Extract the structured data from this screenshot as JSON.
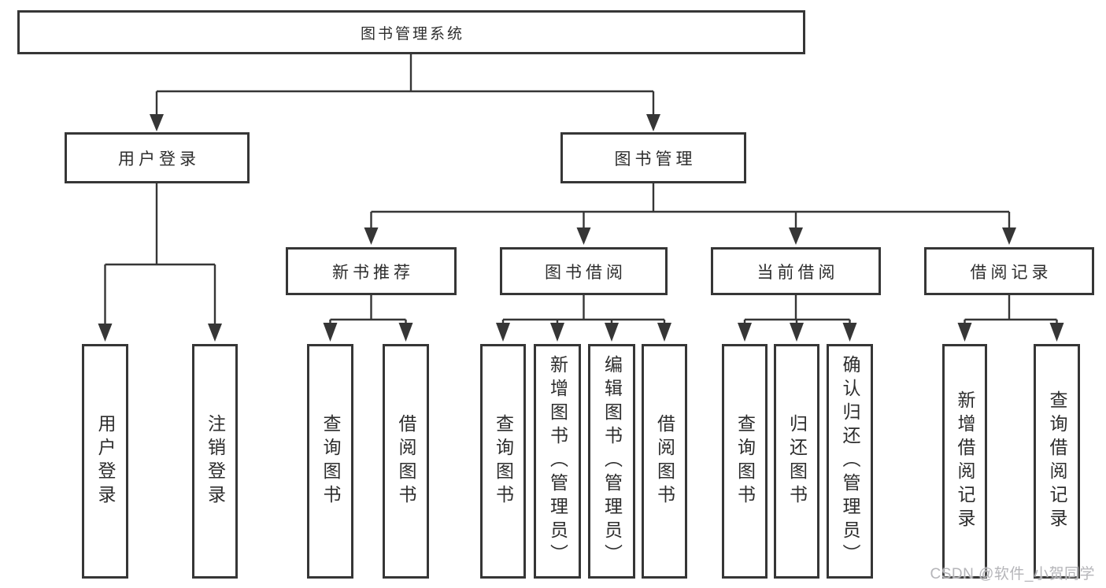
{
  "tree": {
    "root": {
      "label": "图书管理系统"
    },
    "branches": [
      {
        "label": "用户登录",
        "children": [
          {
            "label": "用户登录"
          },
          {
            "label": "注销登录"
          }
        ]
      },
      {
        "label": "图书管理",
        "children": [
          {
            "label": "新书推荐",
            "children": [
              {
                "label": "查询图书"
              },
              {
                "label": "借阅图书"
              }
            ]
          },
          {
            "label": "图书借阅",
            "children": [
              {
                "label": "查询图书"
              },
              {
                "label": "新增图书（管理员）"
              },
              {
                "label": "编辑图书（管理员）"
              },
              {
                "label": "借阅图书"
              }
            ]
          },
          {
            "label": "当前借阅",
            "children": [
              {
                "label": "查询图书"
              },
              {
                "label": "归还图书"
              },
              {
                "label": "确认归还（管理员）"
              }
            ]
          },
          {
            "label": "借阅记录",
            "children": [
              {
                "label": "新增借阅记录"
              },
              {
                "label": "查询借阅记录"
              }
            ]
          }
        ]
      }
    ]
  },
  "watermark": {
    "text": "CSDN @软件_小贺同学"
  },
  "colors": {
    "line": "#363636",
    "box_border": "#363636",
    "text": "#2d2d2d",
    "watermark": "#b5b5b9",
    "background": "#ffffff"
  }
}
